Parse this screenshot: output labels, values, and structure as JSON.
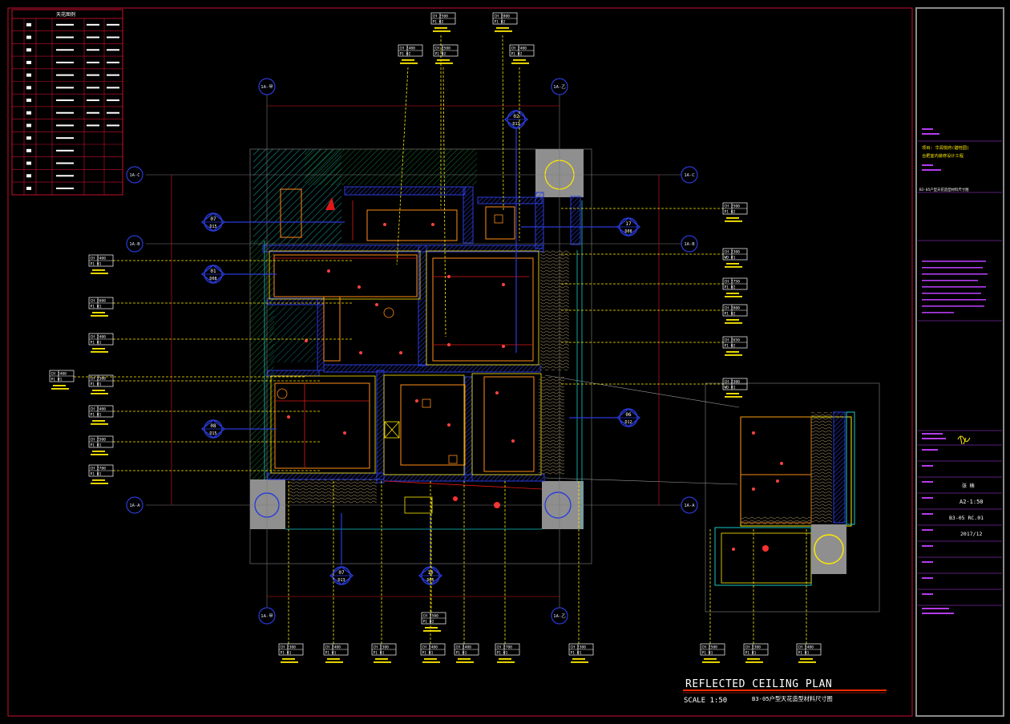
{
  "plan": {
    "title": "REFLECTED CEILING PLAN",
    "scale": "SCALE 1:50",
    "subtitle": "B3-05户型天花造型材料尺寸图"
  },
  "legend": {
    "title": "天花图例",
    "rows": 14
  },
  "grid": {
    "top": [
      "1A-甲",
      "1A-乙"
    ],
    "bottom": [
      "1A-甲",
      "1A-乙"
    ],
    "left": [
      "1A-C",
      "1A-B",
      "1A-A"
    ],
    "right": [
      "1A-C",
      "1A-B",
      "1A-A"
    ]
  },
  "sections": [
    {
      "num": "07",
      "ref": "D15"
    },
    {
      "num": "01",
      "ref": "D08"
    },
    {
      "num": "08",
      "ref": "D15"
    },
    {
      "num": "17",
      "ref": "D08"
    },
    {
      "num": "06",
      "ref": "D12"
    },
    {
      "num": "02",
      "ref": "D13"
    },
    {
      "num": "07",
      "ref": "D13"
    },
    {
      "num": "10",
      "ref": "D05"
    }
  ],
  "tags": {
    "top": [
      {
        "ch": "CH 2500",
        "p": "P1 02"
      },
      {
        "ch": "CH 2800",
        "p": "P1 02"
      },
      {
        "ch": "CH 2400",
        "p": "P1 02"
      },
      {
        "ch": "CH 2500",
        "p": "P1 02"
      },
      {
        "ch": "CH 2400",
        "p": "P1 02"
      }
    ],
    "left": [
      {
        "ch": "CH 2400",
        "p": "P1 01"
      },
      {
        "ch": "CH 2600",
        "p": "P1 01"
      },
      {
        "ch": "CH 2400",
        "p": "P1 01"
      },
      {
        "ch": "CH 2300",
        "p": "P1 01"
      },
      {
        "ch": "CH 2400",
        "p": "P1 01"
      },
      {
        "ch": "CH 2500",
        "p": "P1 01"
      },
      {
        "ch": "CH 2700",
        "p": "P1 01"
      },
      {
        "ch": "CH 2400",
        "p": "P1 01"
      }
    ],
    "right": [
      {
        "ch": "CH 2500",
        "p": "P1 02"
      },
      {
        "ch": "CH 2300",
        "p": "WD 01"
      },
      {
        "ch": "CH 2750",
        "p": "P1 02"
      },
      {
        "ch": "CH 2800",
        "p": "P1 02"
      },
      {
        "ch": "CH 2650",
        "p": "P1 02"
      },
      {
        "ch": "CH 2300",
        "p": "WD 01"
      }
    ],
    "bottom": [
      {
        "ch": "CH 2300",
        "p": "P1 01"
      },
      {
        "ch": "CH 2400",
        "p": "P1 01"
      },
      {
        "ch": "CH 2300",
        "p": "P1 01"
      },
      {
        "ch": "CH 2400",
        "p": "P1 01"
      },
      {
        "ch": "CH 2400",
        "p": "P1 01"
      },
      {
        "ch": "CH 2700",
        "p": "P1 01"
      },
      {
        "ch": "CH 2500",
        "p": "P1 02"
      },
      {
        "ch": "CH 2300",
        "p": "P1 01"
      },
      {
        "ch": "CH 2500",
        "p": "P1 01"
      },
      {
        "ch": "CH 2300",
        "p": "P1 01"
      },
      {
        "ch": "CH 2400",
        "p": "P1 01"
      }
    ]
  },
  "titleblock": {
    "project_line1": "项目: 华润悦府(碧桂园)",
    "project_line2": "合肥室内装修设计工程",
    "drawing_name": "B3-05户型天花造型材料尺寸图",
    "designer_value": "张 楠",
    "scale_value": "A2-1:50",
    "drawing_no": "B3-05 RC.01",
    "date": "2017/12"
  },
  "colors": {
    "frame": "#c8102e",
    "wall": "#2a3bd8",
    "hatch": "#18c9c9",
    "accent_yellow": "#ffea00",
    "accent_orange": "#ff8c1a",
    "grid_bubble": "#2a3bd8",
    "title_text": "#ffffff",
    "title_underline": "#ff2a00",
    "titleblock_label": "#b43cf0"
  }
}
